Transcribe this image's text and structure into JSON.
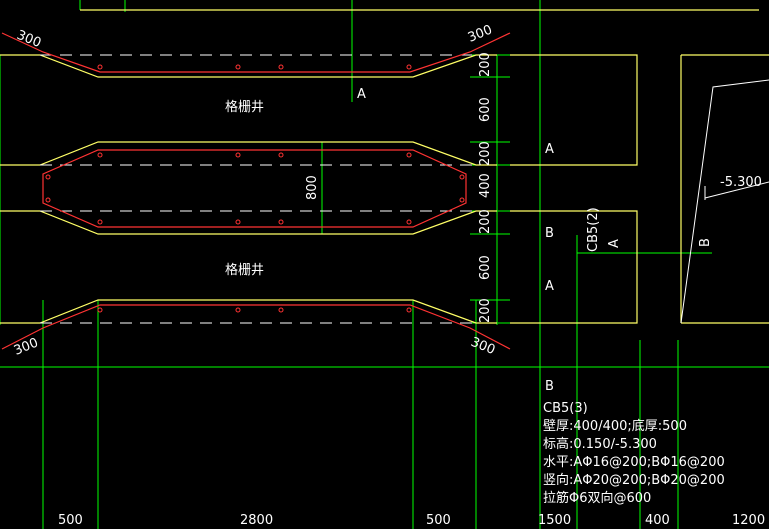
{
  "colors": {
    "background": "#000000",
    "wall_outline": "#ffff66",
    "rebar": "#ff3333",
    "dimension": "#00ff00",
    "text": "#ffffff",
    "centerline": "#ffffff"
  },
  "labels": {
    "grille_well_top": "格栅井",
    "grille_well_bottom": "格栅井",
    "section_a_top": "A",
    "section_a_mid": "A",
    "section_b_mid": "B",
    "section_a_low": "A",
    "section_b_low": "B",
    "section_tag_cb": "CB5(2)",
    "section_tag_a": "A",
    "section_tag_b": "B",
    "elevation": "-5.300"
  },
  "dimensions": {
    "corner_top_left": "300",
    "corner_top_right": "300",
    "corner_bottom_left": "300",
    "corner_bottom_right": "300",
    "vertical_chain": [
      "200",
      "600",
      "200",
      "400",
      "200",
      "600",
      "200"
    ],
    "inner_height": "800",
    "bottom_chain": [
      "500",
      "2800",
      "500",
      "1500",
      "400",
      "1200"
    ]
  },
  "wall_note": {
    "lines": [
      "CB5(3)",
      "壁厚:400/400;底厚:500",
      "标高:0.150/-5.300",
      "水平:AΦ16@200;BΦ16@200",
      "竖向:AΦ20@200;BΦ20@200",
      "拉筋Φ6双向@600"
    ]
  }
}
